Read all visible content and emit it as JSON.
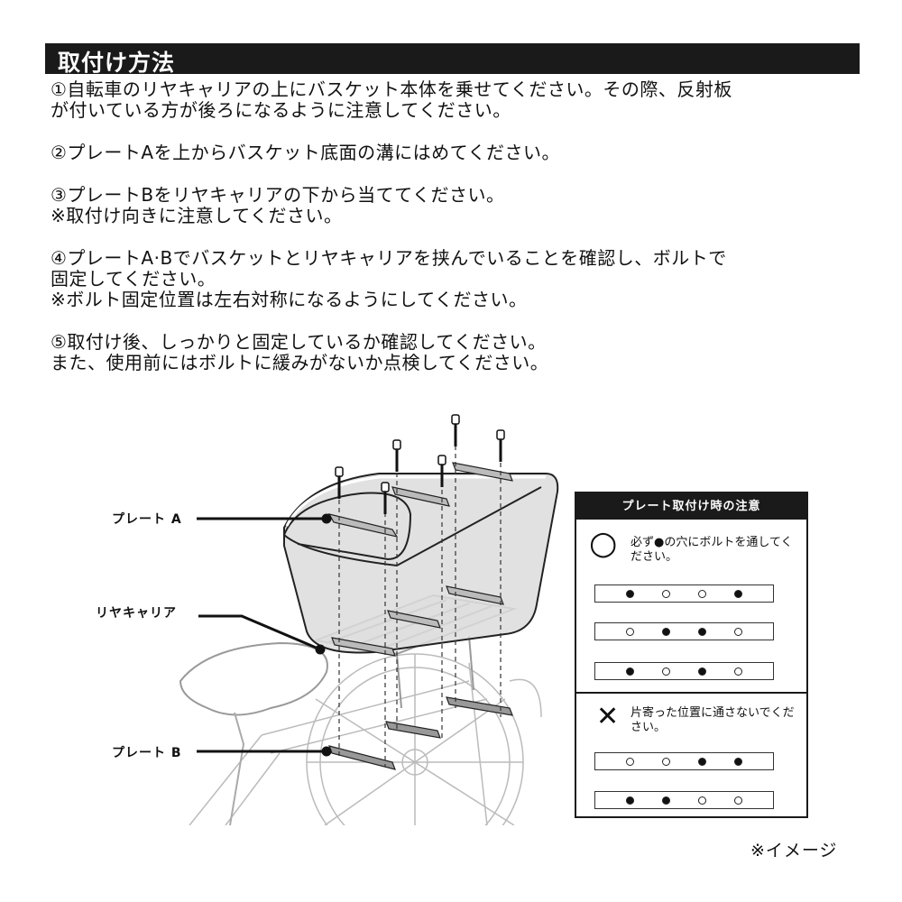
{
  "section_title": "取付け方法",
  "steps": [
    "①自転車のリヤキャリアの上にバスケット本体を乗せてください。その際、反射板",
    "が付いている方が後ろになるように注意してください。",
    "②プレートAを上からバスケット底面の溝にはめてください。",
    "③プレートBをリヤキャリアの下から当ててください。",
    "※取付け向きに注意してください。",
    "④プレートA·Bでバスケットとリヤキャリアを挟んでいることを確認し、ボルトで",
    "固定してください。",
    "※ボルト固定位置は左右対称になるようにしてください。",
    "⑤取付け後、しっかりと固定しているか確認してください。",
    "また、使用前にはボルトに緩みがないか点検してください。"
  ],
  "diagram": {
    "label_plate_a": "プレート A",
    "label_rear_carrier": "リヤキャリア",
    "label_plate_b": "プレート B"
  },
  "notice": {
    "title": "プレート取付け時の注意",
    "ok_symbol": "○",
    "ok_text": "必ず●の穴にボルトを通してください。",
    "ok_plates": [
      [
        true,
        false,
        false,
        true
      ],
      [
        false,
        true,
        true,
        false
      ],
      [
        true,
        false,
        true,
        false
      ]
    ],
    "ng_symbol": "✕",
    "ng_text": "片寄った位置に通さないでください。",
    "ng_plates": [
      [
        false,
        false,
        true,
        true
      ],
      [
        true,
        true,
        false,
        false
      ]
    ]
  },
  "image_note": "※イメージ"
}
